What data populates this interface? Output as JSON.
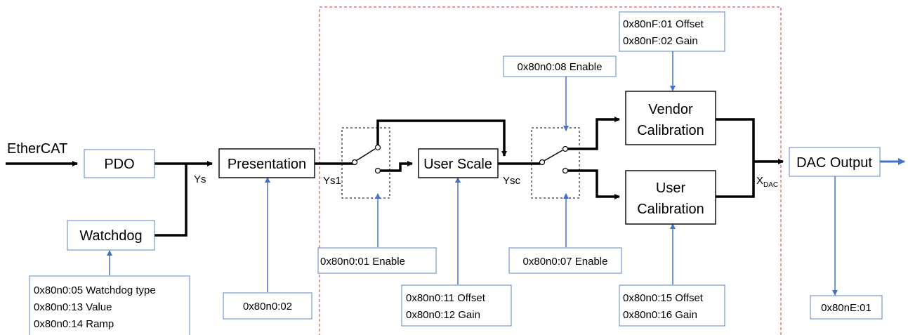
{
  "colors": {
    "signal": "#000000",
    "parameter_link": "#4472c4",
    "region_border": "#e03030"
  },
  "input_label": "EtherCAT",
  "blocks": {
    "pdo": "PDO",
    "watchdog": "Watchdog",
    "presentation": "Presentation",
    "user_scale": "User Scale",
    "vendor_calibration": [
      "Vendor",
      "Calibration"
    ],
    "user_calibration": [
      "User",
      "Calibration"
    ],
    "dac_output": "DAC Output"
  },
  "signals": {
    "ys": "Ys",
    "ys1": "Ys1",
    "ysc": "Ysc",
    "xdac_main": "X",
    "xdac_sub": "DAC"
  },
  "params": {
    "watchdog": [
      "0x80n0:05 Watchdog type",
      "0x80n0:13 Value",
      "0x80n0:14 Ramp"
    ],
    "presentation": [
      "0x80n0:02"
    ],
    "switch1": [
      "0x80n0:01 Enable"
    ],
    "user_scale": [
      "0x80n0:11 Offset",
      "0x80n0:12 Gain"
    ],
    "switch2_top": [
      "0x80n0:08 Enable"
    ],
    "switch2_bottom": [
      "0x80n0:07 Enable"
    ],
    "vendor_calibration": [
      "0x80nF:01 Offset",
      "0x80nF:02 Gain"
    ],
    "user_calibration": [
      "0x80n0:15 Offset",
      "0x80n0:16 Gain"
    ],
    "dac_output": [
      "0x80nE:01"
    ]
  }
}
